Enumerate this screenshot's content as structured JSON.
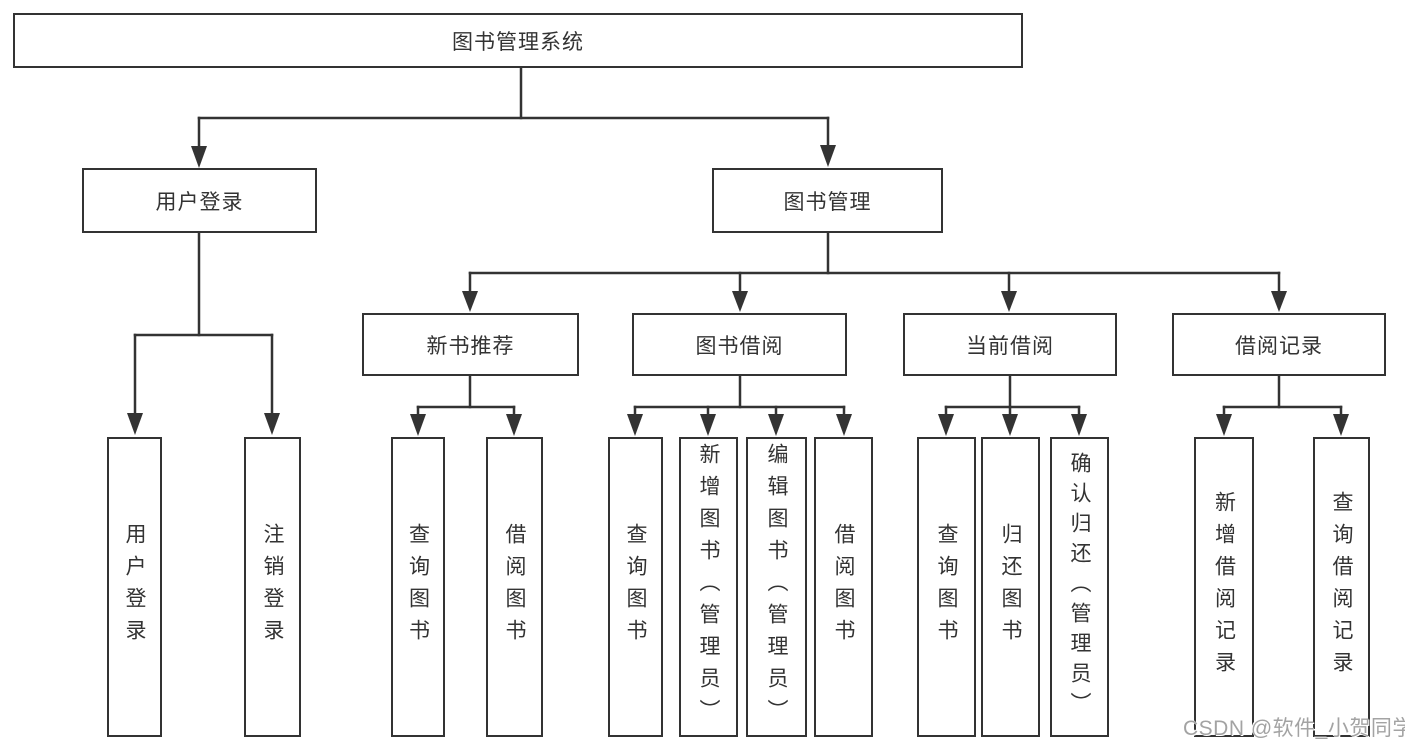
{
  "watermark": "CSDN @软件_小贺同学",
  "colors": {
    "line": "#333333",
    "text": "#333333",
    "watermark_text": "#a3a3a3",
    "background": "#ffffff"
  },
  "tree": {
    "root": {
      "label": "图书管理系统"
    },
    "level2": [
      {
        "label": "用户登录"
      },
      {
        "label": "图书管理"
      }
    ],
    "login_children": [
      {
        "label": "用户登录"
      },
      {
        "label": "注销登录"
      }
    ],
    "mgmt_children": [
      {
        "label": "新书推荐"
      },
      {
        "label": "图书借阅"
      },
      {
        "label": "当前借阅"
      },
      {
        "label": "借阅记录"
      }
    ],
    "recommend_children": [
      {
        "label": "查询图书"
      },
      {
        "label": "借阅图书"
      }
    ],
    "borrow_children": [
      {
        "label": "查询图书"
      },
      {
        "label": "新增图书（管理员）"
      },
      {
        "label": "编辑图书（管理员）"
      },
      {
        "label": "借阅图书"
      }
    ],
    "current_children": [
      {
        "label": "查询图书"
      },
      {
        "label": "归还图书"
      },
      {
        "label": "确认归还（管理员）"
      }
    ],
    "record_children": [
      {
        "label": "新增借阅记录"
      },
      {
        "label": "查询借阅记录"
      }
    ]
  }
}
